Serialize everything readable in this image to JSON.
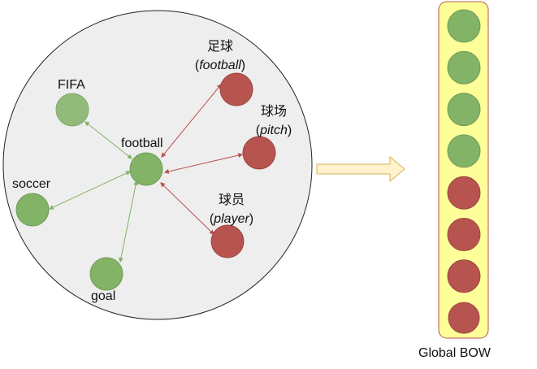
{
  "nodes": {
    "fifa": {
      "label": "FIFA",
      "sub": "",
      "color": "#82b366"
    },
    "soccer": {
      "label": "soccer",
      "sub": "",
      "color": "#82b366"
    },
    "football": {
      "label": "football",
      "sub": "",
      "color": "#82b366"
    },
    "goal": {
      "label": "goal",
      "sub": "",
      "color": "#82b366"
    },
    "zuqiu": {
      "label": "足球",
      "sub": "football",
      "color": "#b85450"
    },
    "qiuchang": {
      "label": "球场",
      "sub": "pitch",
      "color": "#b85450"
    },
    "qiuyuan": {
      "label": "球员",
      "sub": "player",
      "color": "#b85450"
    }
  },
  "bow": {
    "label": "Global BOW",
    "cells": [
      "green",
      "green",
      "green",
      "green",
      "red",
      "red",
      "red",
      "red"
    ],
    "fill": "#ffff99",
    "border": "#b85450"
  },
  "colors": {
    "green": "#82b366",
    "green_dark": "#6f9a56",
    "red": "#b85450",
    "red_dark": "#9c4540",
    "cloud": "#eeeeee",
    "arrow_fill": "#fff2cc",
    "arrow_stroke": "#d6b656"
  }
}
